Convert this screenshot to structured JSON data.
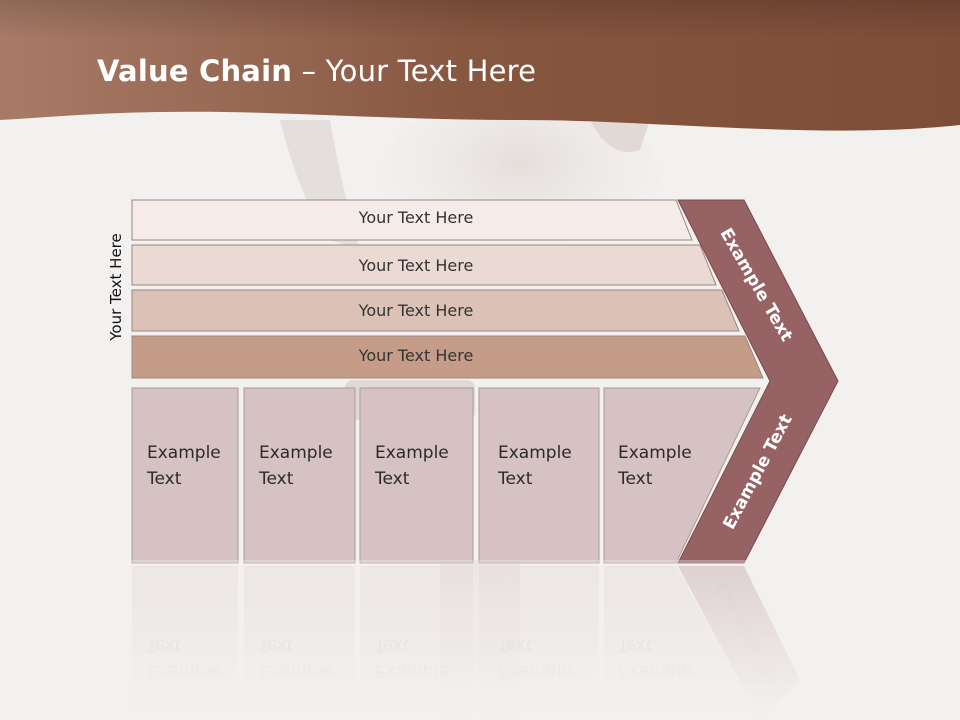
{
  "slide": {
    "title_bold": "Value Chain",
    "title_rest": " – Your Text Here",
    "side_label": "Your Text Here"
  },
  "bars": [
    {
      "label": "Your Text Here",
      "color": "#f5ecea"
    },
    {
      "label": "Your Text Here",
      "color": "#ebd9d3"
    },
    {
      "label": "Your Text Here",
      "color": "#dcc2b6"
    },
    {
      "label": "Your Text Here",
      "color": "#c49c87"
    }
  ],
  "boxes": [
    {
      "text": "Example\nText"
    },
    {
      "text": "Example\nText"
    },
    {
      "text": "Example\nText"
    },
    {
      "text": "Example\nText"
    },
    {
      "text": "Example\nText"
    }
  ],
  "chevron": {
    "upper_text": "Example Text",
    "lower_text": "Example Text",
    "color": "#966264"
  },
  "colors": {
    "header": "#8e5f48",
    "box_fill": "#d7c2c3"
  }
}
